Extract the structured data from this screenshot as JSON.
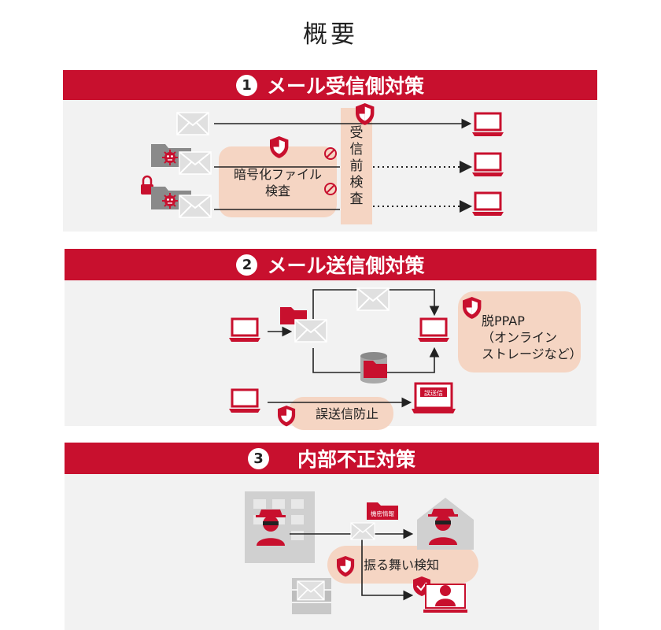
{
  "page": {
    "title": "概要"
  },
  "sections": [
    {
      "number": "1",
      "title": "メール受信側対策"
    },
    {
      "number": "2",
      "title": "メール送信側対策"
    },
    {
      "number": "3",
      "title": "内部不正対策"
    }
  ],
  "section1": {
    "inspection_label": "暗号化ファイル\n検査",
    "column_label": "受\n信\n前\n検\n査"
  },
  "section2": {
    "ppap_label": "脱PPAP\n（オンライン\nストレージなど）",
    "missend_label": "誤送信防止",
    "screen_badge": "誤送信"
  },
  "section3": {
    "behavior_label": "振る舞い検知",
    "folder_tag": "機密情報"
  },
  "colors": {
    "accent": "#c8102e",
    "panel": "#f2f2f2",
    "highlight": "#f5d5c3",
    "gray_icon": "#d0d0d0"
  }
}
